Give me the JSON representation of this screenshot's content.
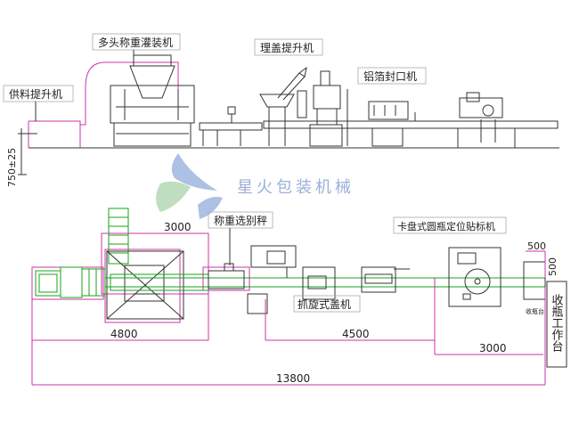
{
  "side_view": {
    "labels": {
      "feeder": "供料提升机",
      "multihead_filler": "多头称重灌装机",
      "cap_elevator": "理盖提升机",
      "foil_sealer": "铝箔封口机"
    },
    "height_note": "750±25"
  },
  "watermark": "星火包装机械",
  "plan_view": {
    "labels": {
      "checkweigher": "称重选别秤",
      "capper": "抓旋式盖机",
      "labeler": "卡盘式圆瓶定位贴标机",
      "collect_table": "收瓶工作台",
      "collect_small": "收瓶台"
    },
    "dimensions": {
      "d3000_top": "3000",
      "d4800": "4800",
      "d4500": "4500",
      "d3000_right": "3000",
      "d13800": "13800",
      "d500_a": "500",
      "d500_b": "500"
    }
  },
  "colors": {
    "magenta": "#cc33aa",
    "green": "#1aa31a",
    "blue": "#3333cc",
    "ink": "#333333"
  }
}
